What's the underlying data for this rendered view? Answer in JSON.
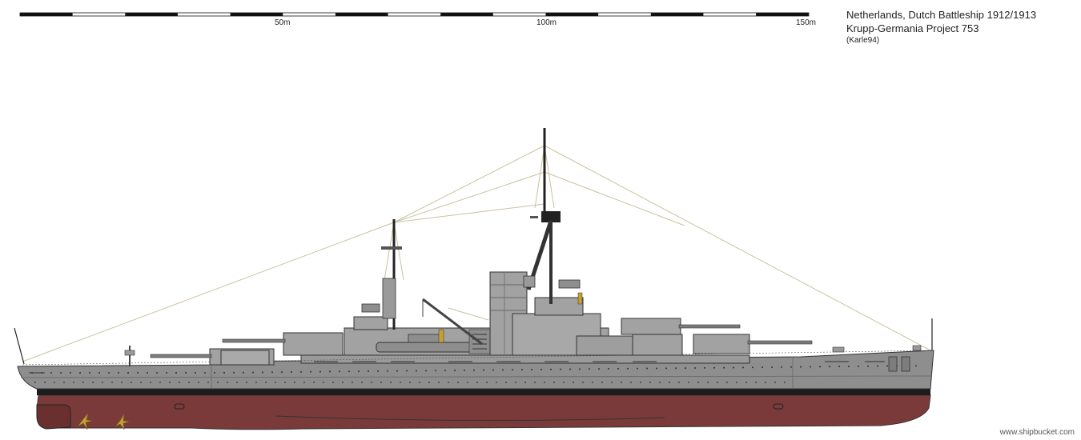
{
  "title": {
    "line1": "Netherlands, Dutch Battleship 1912/1913",
    "line2": "Krupp-Germania Project 753",
    "author": "(Karle94)"
  },
  "scale_bar": {
    "labels": [
      "50m",
      "100m",
      "150m"
    ]
  },
  "credit": "www.shipbucket.com",
  "colors": {
    "hull_gray": "#8e8e8e",
    "superstructure_gray": "#a2a2a2",
    "boot_top": "#1c1c1c",
    "bottom_red": "#7b3a3a",
    "rigging": "#c9c2a0",
    "propeller": "#c8a032"
  },
  "image": {
    "subject": "battleship-side-profile"
  }
}
